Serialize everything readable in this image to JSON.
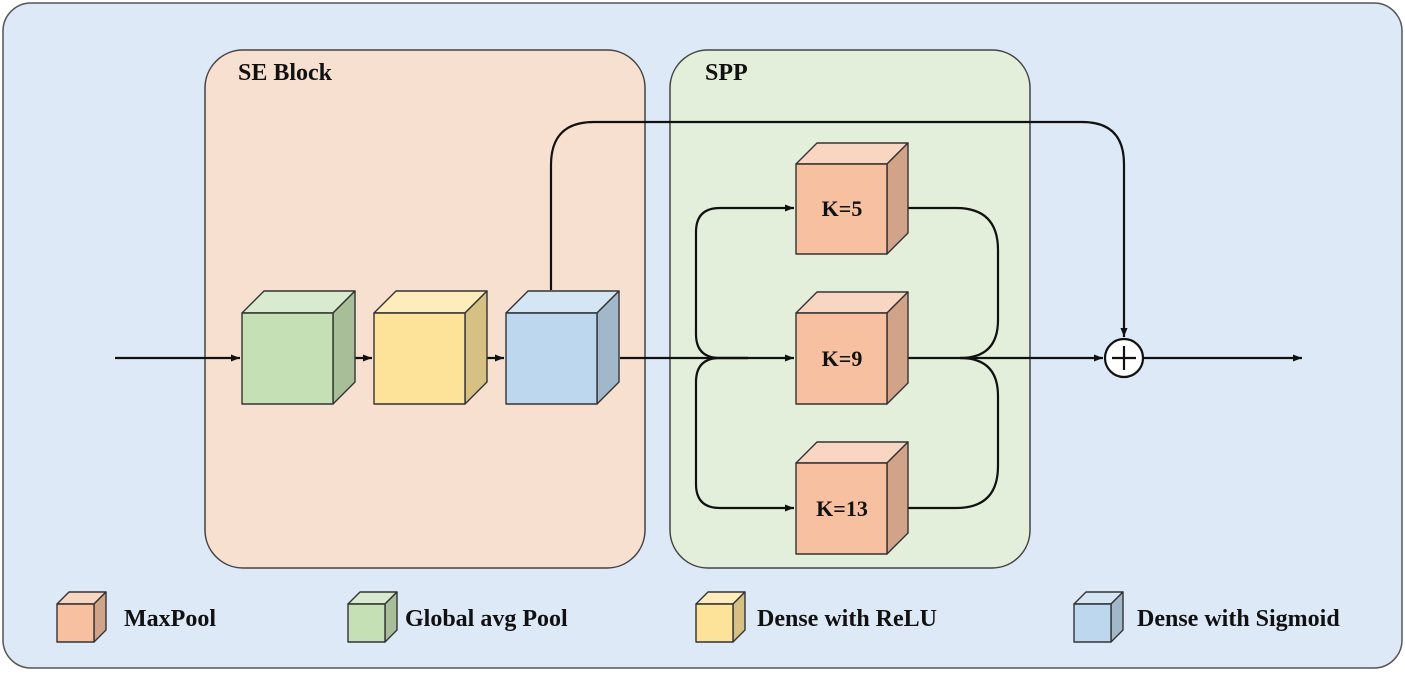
{
  "groups": {
    "se_block": {
      "title": "SE Block"
    },
    "spp": {
      "title": "SPP"
    }
  },
  "spp_kernels": [
    {
      "label": "K=5"
    },
    {
      "label": "K=9"
    },
    {
      "label": "K=13"
    }
  ],
  "operator": {
    "symbol": "+"
  },
  "legend": [
    {
      "label": "MaxPool"
    },
    {
      "label": "Global avg Pool"
    },
    {
      "label": "Dense with ReLU"
    },
    {
      "label": "Dense with Sigmoid"
    }
  ],
  "colors": {
    "outer_background": "#dde9f6",
    "se_block_background": "#f8e0d1",
    "spp_background": "#e3efdb",
    "maxpool": "#f6c0a1",
    "global_avg_pool": "#c5e0b4",
    "dense_relu": "#fde29a",
    "dense_sigmoid": "#bdd7ee"
  }
}
